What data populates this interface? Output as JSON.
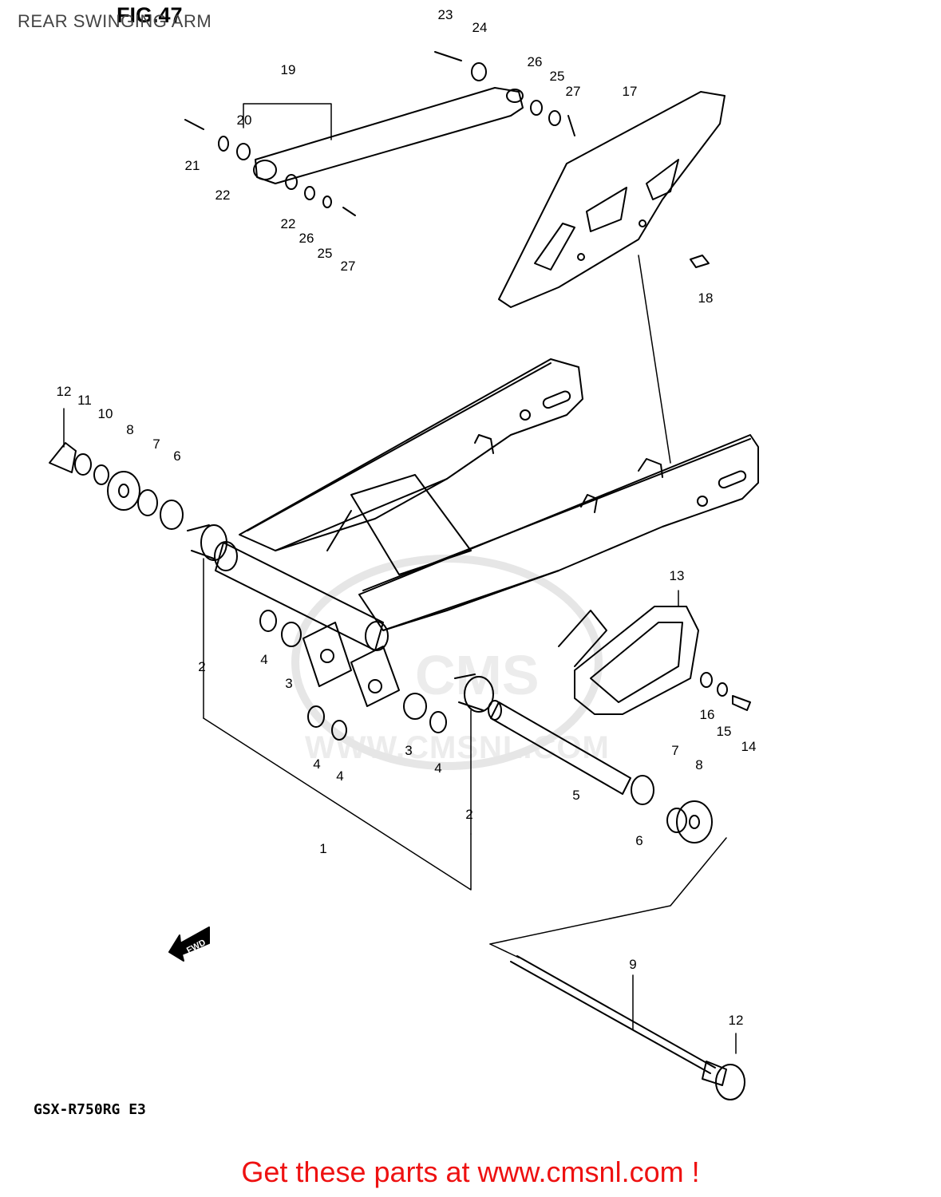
{
  "page_title": "REAR SWINGING ARM",
  "figure_label": "FIG.47",
  "model_code": "GSX-R750RG  E3",
  "watermark": "WWW.CMSNL.COM",
  "watermark_logo": "CMS",
  "fwd_label": "FWD",
  "footer_link": "Get these parts at www.cmsnl.com !",
  "callouts": [
    "1",
    "2",
    "2",
    "3",
    "3",
    "4",
    "4",
    "4",
    "4",
    "5",
    "6",
    "6",
    "7",
    "7",
    "8",
    "8",
    "9",
    "10",
    "11",
    "12",
    "12",
    "13",
    "14",
    "15",
    "16",
    "17",
    "18",
    "19",
    "20",
    "21",
    "22",
    "22",
    "23",
    "24",
    "25",
    "25",
    "26",
    "26",
    "27",
    "27"
  ],
  "colors": {
    "line": "#000000",
    "footer": "#ee1111",
    "watermark": "#e8e8e8"
  }
}
